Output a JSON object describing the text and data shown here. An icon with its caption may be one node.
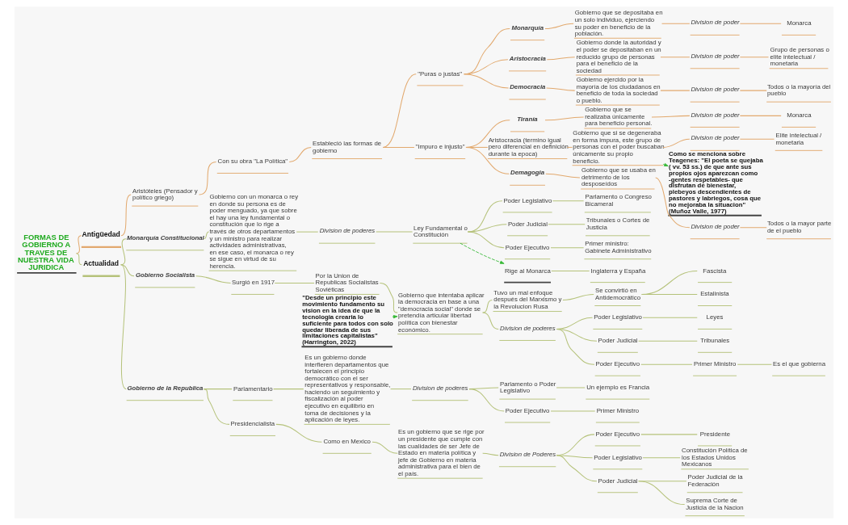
{
  "diagram": {
    "nodes": [
      {
        "text": [
          "FORMAS DE GOBIERNO A TRAVES DE NUESTRA VIDA JURIDICA"
        ]
      },
      {
        "text": [
          "Antigüedad"
        ]
      },
      {
        "text": [
          "Aristóteles (Pensador y político griego)"
        ]
      },
      {
        "text": [
          "Con su obra \"La Política\""
        ]
      },
      {
        "text": [
          "Estableció las formas de gobierno"
        ]
      },
      {
        "text": [
          "\"Puras o justas\""
        ]
      },
      {
        "text": [
          "Monarquía"
        ]
      },
      {
        "text": [
          "Gobierno que se depositaba en un solo individuo, ejerciendo su poder en beneficio de la población."
        ]
      },
      {
        "text": [
          "Division de poder"
        ]
      },
      {
        "text": [
          "Monarca"
        ]
      },
      {
        "text": [
          "Aristocracia"
        ]
      },
      {
        "text": [
          "Gobierno donde la autoridad y el poder se depositaban en un reducido grupo de personas para el beneficio de la sociedad"
        ]
      },
      {
        "text": [
          "Division de poder"
        ]
      },
      {
        "text": [
          "Grupo de personas o elite intelectual / monetaria"
        ]
      },
      {
        "text": [
          "Democracia"
        ]
      },
      {
        "text": [
          "Gobierno ejercido por la mayoría de los ciudadanos en beneficio de toda la sociedad o pueblo."
        ]
      },
      {
        "text": [
          "Division de poder"
        ]
      },
      {
        "text": [
          "Todos o la mayoría del pueblo"
        ]
      },
      {
        "text": [
          "\"Impuro e injusto\""
        ]
      },
      {
        "text": [
          "Tiranía"
        ]
      },
      {
        "text": [
          "Gobierno que se realizaba únicamente para beneficio personal."
        ]
      },
      {
        "text": [
          "Division de poder"
        ]
      },
      {
        "text": [
          "Monarca"
        ]
      },
      {
        "text": [
          "Aristocracia (termino igual pero diferencial en definición durante la epoca)"
        ]
      },
      {
        "text": [
          "Gobierno que si se degeneraba en forma impura, este grupo de personas con el poder buscaban únicamente su propio beneficio."
        ]
      },
      {
        "text": [
          "Division de poder"
        ]
      },
      {
        "text": [
          "Elite intelectual / monetaria"
        ]
      },
      {
        "text": [
          "Demagogia"
        ]
      },
      {
        "text": [
          "Gobierno que se usaba en detrimento de los desposeídos"
        ]
      },
      {
        "text": [
          "Division de poder"
        ]
      },
      {
        "text": [
          "Todos o la mayor parte de el pueblo"
        ]
      },
      {
        "text": [
          "Como se menciona sobre Teagenes: \"El poeta se quejaba ( vv. 53 ss.) de que ante sus propios ojos aparezcan como -gentes respetables- que disfrutan de bienestar, plebeyos descendientes de pastores y labriegos, cosa que no mejoraba la situacion\" (Muñoz Valle, 1977)"
        ]
      },
      {
        "text": [
          "Actualidad"
        ]
      },
      {
        "text": [
          "Monarquía Constitucional"
        ]
      },
      {
        "text": [
          "Gobierno con un monarca o rey en donde su persona es de poder menguado, ya que sobre el hay una ley fundamental o constitución que lo rige a través de otros departamentos y un ministro para realizar actividades administrativas, en ese caso, el monarca o rey se sigue en virtud de su herencia."
        ]
      },
      {
        "text": [
          "Division de poderes"
        ]
      },
      {
        "text": [
          "Ley Fundamental o Constitución"
        ]
      },
      {
        "text": [
          "Poder Legislativo"
        ]
      },
      {
        "text": [
          "Parlamento o Congreso Bicameral"
        ]
      },
      {
        "text": [
          "Poder Judicial"
        ]
      },
      {
        "text": [
          "Tribunales o Cortes de Justicia"
        ]
      },
      {
        "text": [
          "Poder Ejecutivo"
        ]
      },
      {
        "text": [
          "Primer ministro: Gabinete Administrativo"
        ]
      },
      {
        "text": [
          "Rige al Monarca"
        ]
      },
      {
        "text": [
          "Inglaterra y España"
        ]
      },
      {
        "text": [
          "Gobierno Socialista"
        ]
      },
      {
        "text": [
          "Surgió en 1917"
        ]
      },
      {
        "text": [
          "Por la Union de Republicas Socialistas Soviéticas"
        ]
      },
      {
        "text": [
          "Gobierno que intentaba aplicar la democracia en base a una \"democracia social\" donde se pretendía articular libertad política con bienestar económico."
        ]
      },
      {
        "text": [
          "Tuvo un mal enfoque después del Marxismo y la Revolucion Rusa"
        ]
      },
      {
        "text": [
          "Se convirtió en Antidemocrático"
        ]
      },
      {
        "text": [
          "Fascista"
        ]
      },
      {
        "text": [
          "Estalinista"
        ]
      },
      {
        "text": [
          "Division de poderes"
        ]
      },
      {
        "text": [
          "Poder Legislativo"
        ]
      },
      {
        "text": [
          "Leyes"
        ]
      },
      {
        "text": [
          "Poder Judicial"
        ]
      },
      {
        "text": [
          "Tribunales"
        ]
      },
      {
        "text": [
          "Poder Ejecutivo"
        ]
      },
      {
        "text": [
          "Primer Ministro"
        ]
      },
      {
        "text": [
          "Es el que gobierna"
        ]
      },
      {
        "text": [
          "\"Desde un principio este movimiento fundamento su vision en la idea de que la tecnologia crearia lo suficiente para todos con solo quedar liberada de sus limitaciones capitalistas\" (Harrington, 2022)"
        ]
      },
      {
        "text": [
          "Gobierno de la Republica"
        ]
      },
      {
        "text": [
          "Parlamentario"
        ]
      },
      {
        "text": [
          "Es un gobierno donde interfieren departamentos que fortalecen el principio democrático con el ser representativos y responsable, haciendo un seguimiento y fiscalización al poder ejecutivo en equilibrio en toma de decisiones y la aplicación de leyes."
        ]
      },
      {
        "text": [
          "Division de poderes"
        ]
      },
      {
        "text": [
          "Parlamento o Poder Legislativo"
        ]
      },
      {
        "text": [
          "Un ejemplo es Francia"
        ]
      },
      {
        "text": [
          "Poder Ejecutivo"
        ]
      },
      {
        "text": [
          "Primer Ministro"
        ]
      },
      {
        "text": [
          "Presidencialista"
        ]
      },
      {
        "text": [
          "Como en Mexico"
        ]
      },
      {
        "text": [
          "Es un gobierno que se rige por un presidente que cumple con las cualidades de ser Jefe de Estado en materia política y jefe de Gobierno en materia administrativa para el bien de el país."
        ]
      },
      {
        "text": [
          "Division de Poderes"
        ]
      },
      {
        "text": [
          "Poder Ejecutivo"
        ]
      },
      {
        "text": [
          "Presidente"
        ]
      },
      {
        "text": [
          "Poder Legislativo"
        ]
      },
      {
        "text": [
          "Constitución Política de los Estados Unidos Mexicanos"
        ]
      },
      {
        "text": [
          "Poder Judicial"
        ]
      },
      {
        "text": [
          "Poder Judicial de la Federación"
        ]
      },
      {
        "text": [
          "Suprema Corte de Justicia de la Nacion"
        ]
      }
    ],
    "edges": [
      {
        "from": 0,
        "to": 1,
        "arrow": "none",
        "color": "#e2a96e"
      },
      {
        "from": 1,
        "to": 2,
        "arrow": "none",
        "color": "#e2a96e"
      },
      {
        "from": 2,
        "to": 3,
        "arrow": "none",
        "color": "#e2a96e"
      },
      {
        "from": 3,
        "to": 4,
        "arrow": "none",
        "color": "#e2a96e"
      },
      {
        "from": 4,
        "to": 5,
        "arrow": "none",
        "color": "#e2a96e"
      },
      {
        "from": 4,
        "to": 18,
        "arrow": "none",
        "color": "#e2a96e"
      },
      {
        "from": 5,
        "to": 6,
        "arrow": "none",
        "color": "#e2a96e"
      },
      {
        "from": 5,
        "to": 10,
        "arrow": "none",
        "color": "#e2a96e"
      },
      {
        "from": 5,
        "to": 14,
        "arrow": "none",
        "color": "#e2a96e"
      },
      {
        "from": 6,
        "to": 7,
        "arrow": "none",
        "color": "#e2a96e"
      },
      {
        "from": 7,
        "to": 8,
        "arrow": "none",
        "color": "#e2a96e"
      },
      {
        "from": 8,
        "to": 9,
        "arrow": "none",
        "color": "#e2a96e"
      },
      {
        "from": 10,
        "to": 11,
        "arrow": "none",
        "color": "#e2a96e"
      },
      {
        "from": 11,
        "to": 12,
        "arrow": "none",
        "color": "#e2a96e"
      },
      {
        "from": 12,
        "to": 13,
        "arrow": "none",
        "color": "#e2a96e"
      },
      {
        "from": 14,
        "to": 15,
        "arrow": "none",
        "color": "#e2a96e"
      },
      {
        "from": 15,
        "to": 16,
        "arrow": "none",
        "color": "#e2a96e"
      },
      {
        "from": 16,
        "to": 17,
        "arrow": "none",
        "color": "#e2a96e"
      },
      {
        "from": 18,
        "to": 19,
        "arrow": "none",
        "color": "#e2a96e"
      },
      {
        "from": 18,
        "to": 23,
        "arrow": "none",
        "color": "#e2a96e"
      },
      {
        "from": 18,
        "to": 27,
        "arrow": "none",
        "color": "#e2a96e"
      },
      {
        "from": 19,
        "to": 20,
        "arrow": "none",
        "color": "#e2a96e"
      },
      {
        "from": 20,
        "to": 21,
        "arrow": "none",
        "color": "#e2a96e"
      },
      {
        "from": 21,
        "to": 22,
        "arrow": "none",
        "color": "#e2a96e"
      },
      {
        "from": 23,
        "to": 24,
        "arrow": "none",
        "color": "#e2a96e"
      },
      {
        "from": 24,
        "to": 25,
        "arrow": "none",
        "color": "#e2a96e"
      },
      {
        "from": 25,
        "to": 26,
        "arrow": "none",
        "color": "#e2a96e"
      },
      {
        "from": 27,
        "to": 28,
        "arrow": "none",
        "color": "#e2a96e"
      },
      {
        "from": 28,
        "to": 29,
        "arrow": "none",
        "color": "#e2a96e"
      },
      {
        "from": 29,
        "to": 30,
        "arrow": "none",
        "color": "#e2a96e"
      },
      {
        "from": 24,
        "to": 31,
        "arrow": "to",
        "style": "dashed",
        "color": "#33b833"
      },
      {
        "from": 0,
        "to": 32,
        "arrow": "none"
      },
      {
        "from": 32,
        "to": 33,
        "arrow": "none"
      },
      {
        "from": 32,
        "to": 45,
        "arrow": "none"
      },
      {
        "from": 32,
        "to": 62,
        "arrow": "none"
      },
      {
        "from": 33,
        "to": 34,
        "arrow": "none"
      },
      {
        "from": 34,
        "to": 35,
        "arrow": "none"
      },
      {
        "from": 35,
        "to": 36,
        "arrow": "none"
      },
      {
        "from": 36,
        "to": 37,
        "arrow": "none"
      },
      {
        "from": 36,
        "to": 39,
        "arrow": "none"
      },
      {
        "from": 36,
        "to": 41,
        "arrow": "none"
      },
      {
        "from": 37,
        "to": 38,
        "arrow": "none"
      },
      {
        "from": 39,
        "to": 40,
        "arrow": "none"
      },
      {
        "from": 41,
        "to": 42,
        "arrow": "none"
      },
      {
        "from": 36,
        "to": 43,
        "arrow": "to",
        "style": "dashed",
        "color": "#33b833"
      },
      {
        "from": 43,
        "to": 44,
        "arrow": "none"
      },
      {
        "from": 45,
        "to": 46,
        "arrow": "none"
      },
      {
        "from": 46,
        "to": 47,
        "arrow": "none"
      },
      {
        "from": 47,
        "to": 48,
        "arrow": "none"
      },
      {
        "from": 48,
        "to": 49,
        "arrow": "none"
      },
      {
        "from": 48,
        "to": 53,
        "arrow": "none"
      },
      {
        "from": 49,
        "to": 50,
        "arrow": "none"
      },
      {
        "from": 50,
        "to": 51,
        "arrow": "none"
      },
      {
        "from": 50,
        "to": 52,
        "arrow": "none"
      },
      {
        "from": 53,
        "to": 54,
        "arrow": "none"
      },
      {
        "from": 53,
        "to": 56,
        "arrow": "none"
      },
      {
        "from": 53,
        "to": 58,
        "arrow": "none"
      },
      {
        "from": 54,
        "to": 55,
        "arrow": "none"
      },
      {
        "from": 56,
        "to": 57,
        "arrow": "none"
      },
      {
        "from": 58,
        "to": 59,
        "arrow": "none"
      },
      {
        "from": 59,
        "to": 60,
        "arrow": "none"
      },
      {
        "from": 61,
        "to": 48,
        "arrow": "to",
        "style": "dashed",
        "color": "#33b833"
      },
      {
        "from": 62,
        "to": 63,
        "arrow": "none"
      },
      {
        "from": 62,
        "to": 70,
        "arrow": "none"
      },
      {
        "from": 63,
        "to": 64,
        "arrow": "none"
      },
      {
        "from": 64,
        "to": 65,
        "arrow": "none"
      },
      {
        "from": 65,
        "to": 66,
        "arrow": "none"
      },
      {
        "from": 65,
        "to": 68,
        "arrow": "none"
      },
      {
        "from": 66,
        "to": 67,
        "arrow": "none"
      },
      {
        "from": 68,
        "to": 69,
        "arrow": "none"
      },
      {
        "from": 70,
        "to": 71,
        "arrow": "none"
      },
      {
        "from": 71,
        "to": 72,
        "arrow": "none"
      },
      {
        "from": 72,
        "to": 73,
        "arrow": "none"
      },
      {
        "from": 73,
        "to": 74,
        "arrow": "none"
      },
      {
        "from": 73,
        "to": 76,
        "arrow": "none"
      },
      {
        "from": 73,
        "to": 78,
        "arrow": "none"
      },
      {
        "from": 74,
        "to": 75,
        "arrow": "none"
      },
      {
        "from": 76,
        "to": 77,
        "arrow": "none"
      },
      {
        "from": 78,
        "to": 79,
        "arrow": "none"
      },
      {
        "from": 78,
        "to": 80,
        "arrow": "none"
      }
    ]
  }
}
